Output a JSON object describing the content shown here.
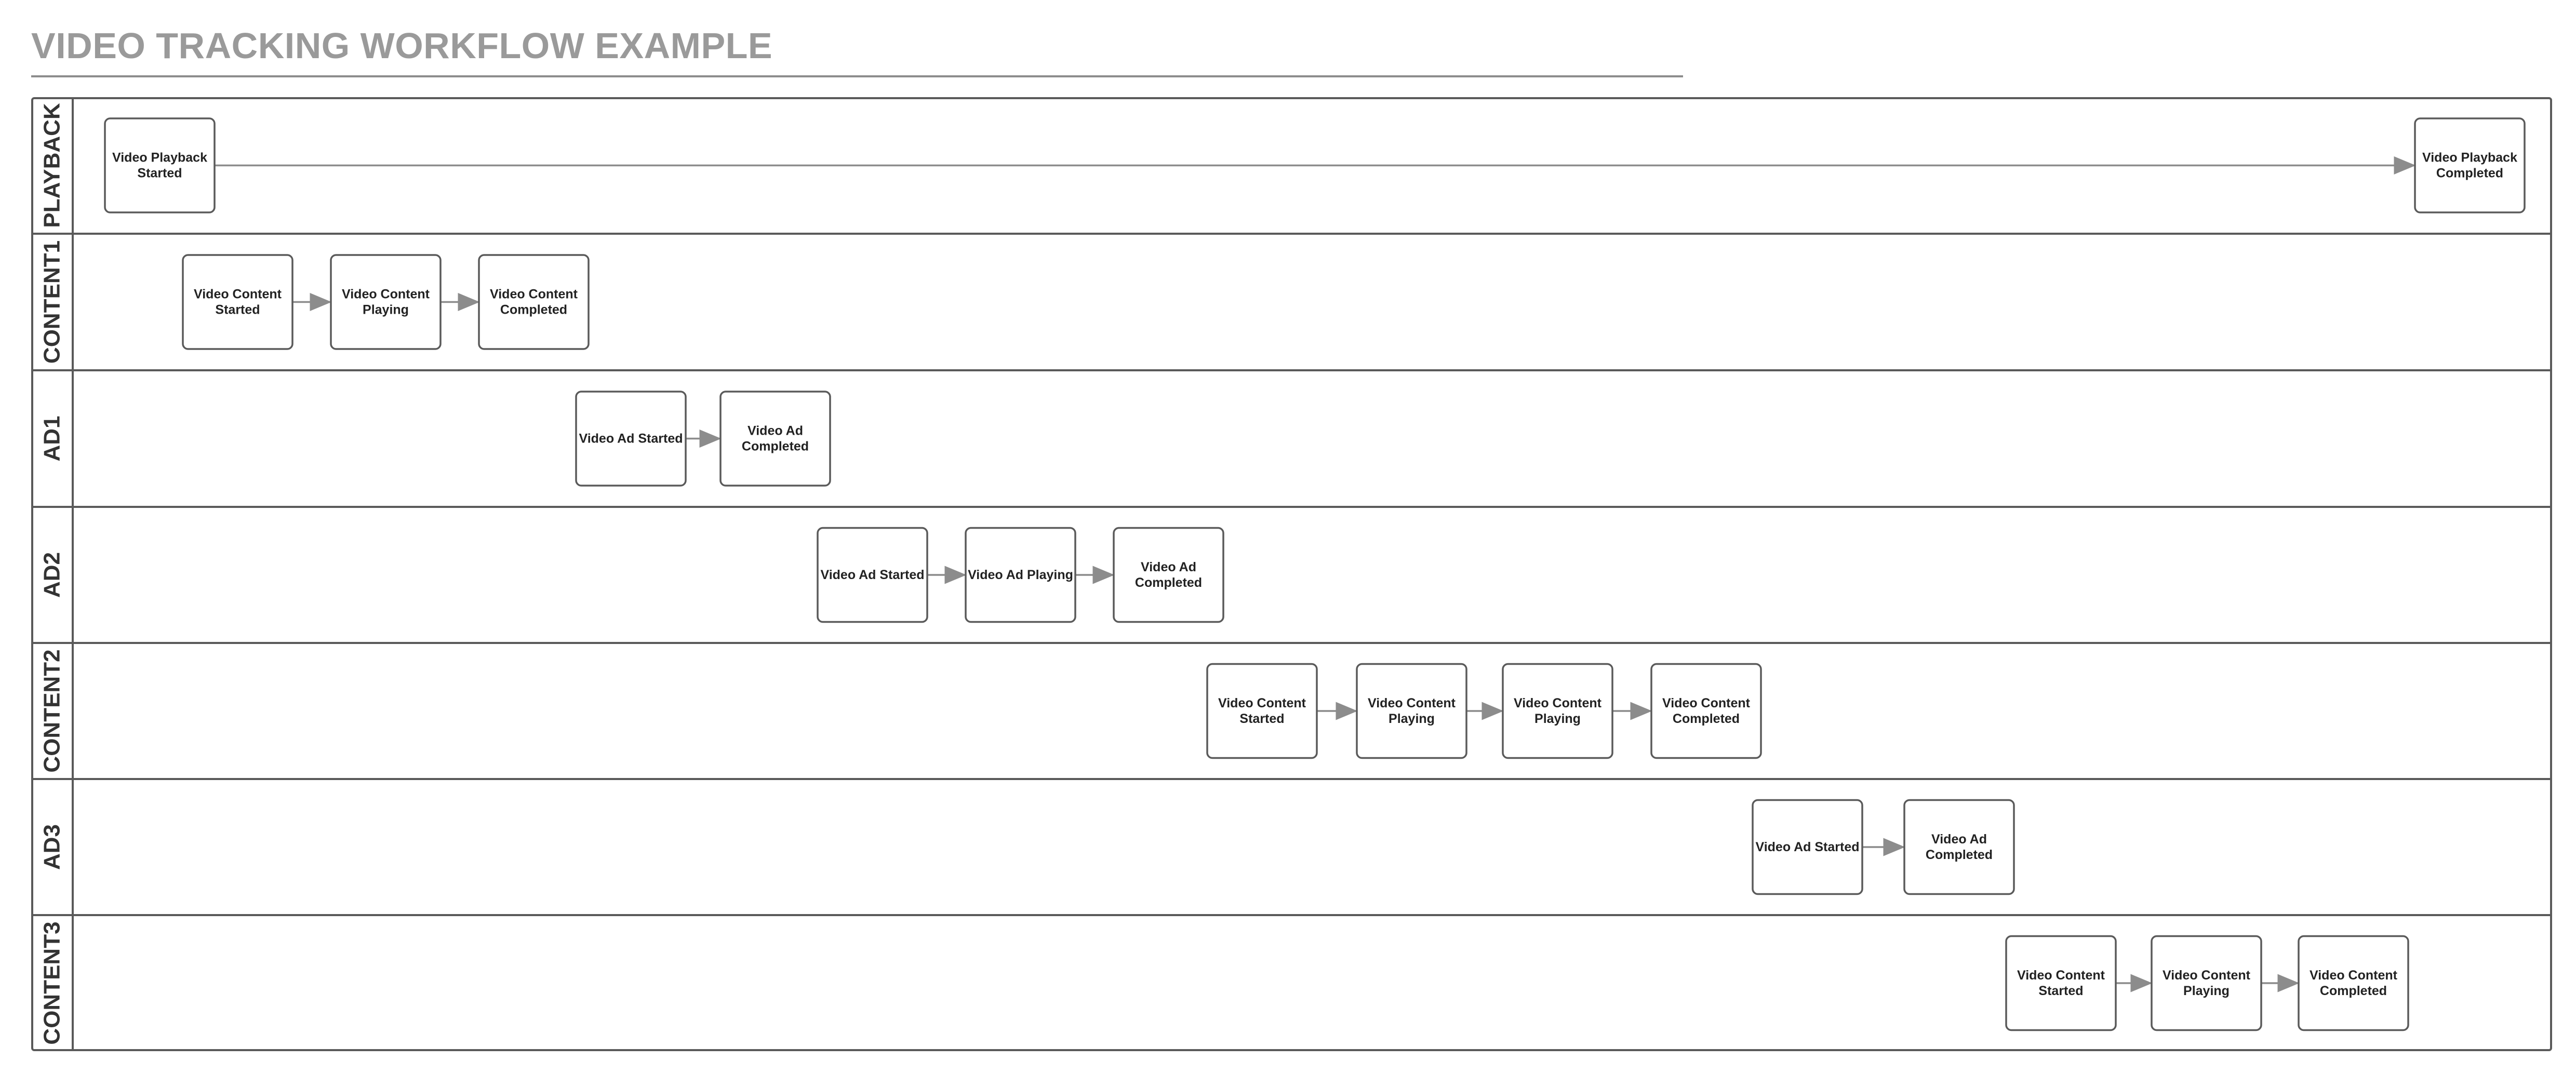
{
  "title": "VIDEO TRACKING WORKFLOW EXAMPLE",
  "colors": {
    "title": "#9a9a9a",
    "border": "#5a5a5a",
    "arrow": "#8c8c8c",
    "text": "#222222"
  },
  "lanes": [
    "PLAYBACK",
    "CONTENT1",
    "AD1",
    "AD2",
    "CONTENT2",
    "AD3",
    "CONTENT3"
  ],
  "nodes": [
    {
      "id": "pb_start",
      "lane": 0,
      "lines": [
        "Video Playback",
        "Started"
      ]
    },
    {
      "id": "pb_end",
      "lane": 0,
      "lines": [
        "Video Playback",
        "Completed"
      ]
    },
    {
      "id": "c1_start",
      "lane": 1,
      "lines": [
        "Video Content",
        "Started"
      ]
    },
    {
      "id": "c1_play",
      "lane": 1,
      "lines": [
        "Video Content",
        "Playing"
      ]
    },
    {
      "id": "c1_end",
      "lane": 1,
      "lines": [
        "Video Content",
        "Completed"
      ]
    },
    {
      "id": "a1_start",
      "lane": 2,
      "lines": [
        "Video Ad Started"
      ]
    },
    {
      "id": "a1_end",
      "lane": 2,
      "lines": [
        "Video Ad",
        "Completed"
      ]
    },
    {
      "id": "a2_start",
      "lane": 3,
      "lines": [
        "Video Ad Started"
      ]
    },
    {
      "id": "a2_play",
      "lane": 3,
      "lines": [
        "Video Ad Playing"
      ]
    },
    {
      "id": "a2_end",
      "lane": 3,
      "lines": [
        "Video Ad",
        "Completed"
      ]
    },
    {
      "id": "c2_start",
      "lane": 4,
      "lines": [
        "Video Content",
        "Started"
      ]
    },
    {
      "id": "c2_play1",
      "lane": 4,
      "lines": [
        "Video Content",
        "Playing"
      ]
    },
    {
      "id": "c2_play2",
      "lane": 4,
      "lines": [
        "Video Content",
        "Playing"
      ]
    },
    {
      "id": "c2_end",
      "lane": 4,
      "lines": [
        "Video Content",
        "Completed"
      ]
    },
    {
      "id": "a3_start",
      "lane": 5,
      "lines": [
        "Video Ad Started"
      ]
    },
    {
      "id": "a3_end",
      "lane": 5,
      "lines": [
        "Video Ad",
        "Completed"
      ]
    },
    {
      "id": "c3_start",
      "lane": 6,
      "lines": [
        "Video Content",
        "Started"
      ]
    },
    {
      "id": "c3_play",
      "lane": 6,
      "lines": [
        "Video Content",
        "Playing"
      ]
    },
    {
      "id": "c3_end",
      "lane": 6,
      "lines": [
        "Video Content",
        "Completed"
      ]
    }
  ],
  "edges": [
    [
      "pb_start",
      "pb_end"
    ],
    [
      "c1_start",
      "c1_play"
    ],
    [
      "c1_play",
      "c1_end"
    ],
    [
      "a1_start",
      "a1_end"
    ],
    [
      "a2_start",
      "a2_play"
    ],
    [
      "a2_play",
      "a2_end"
    ],
    [
      "c2_start",
      "c2_play1"
    ],
    [
      "c2_play1",
      "c2_play2"
    ],
    [
      "c2_play2",
      "c2_end"
    ],
    [
      "a3_start",
      "a3_end"
    ],
    [
      "c3_start",
      "c3_play"
    ],
    [
      "c3_play",
      "c3_end"
    ]
  ]
}
